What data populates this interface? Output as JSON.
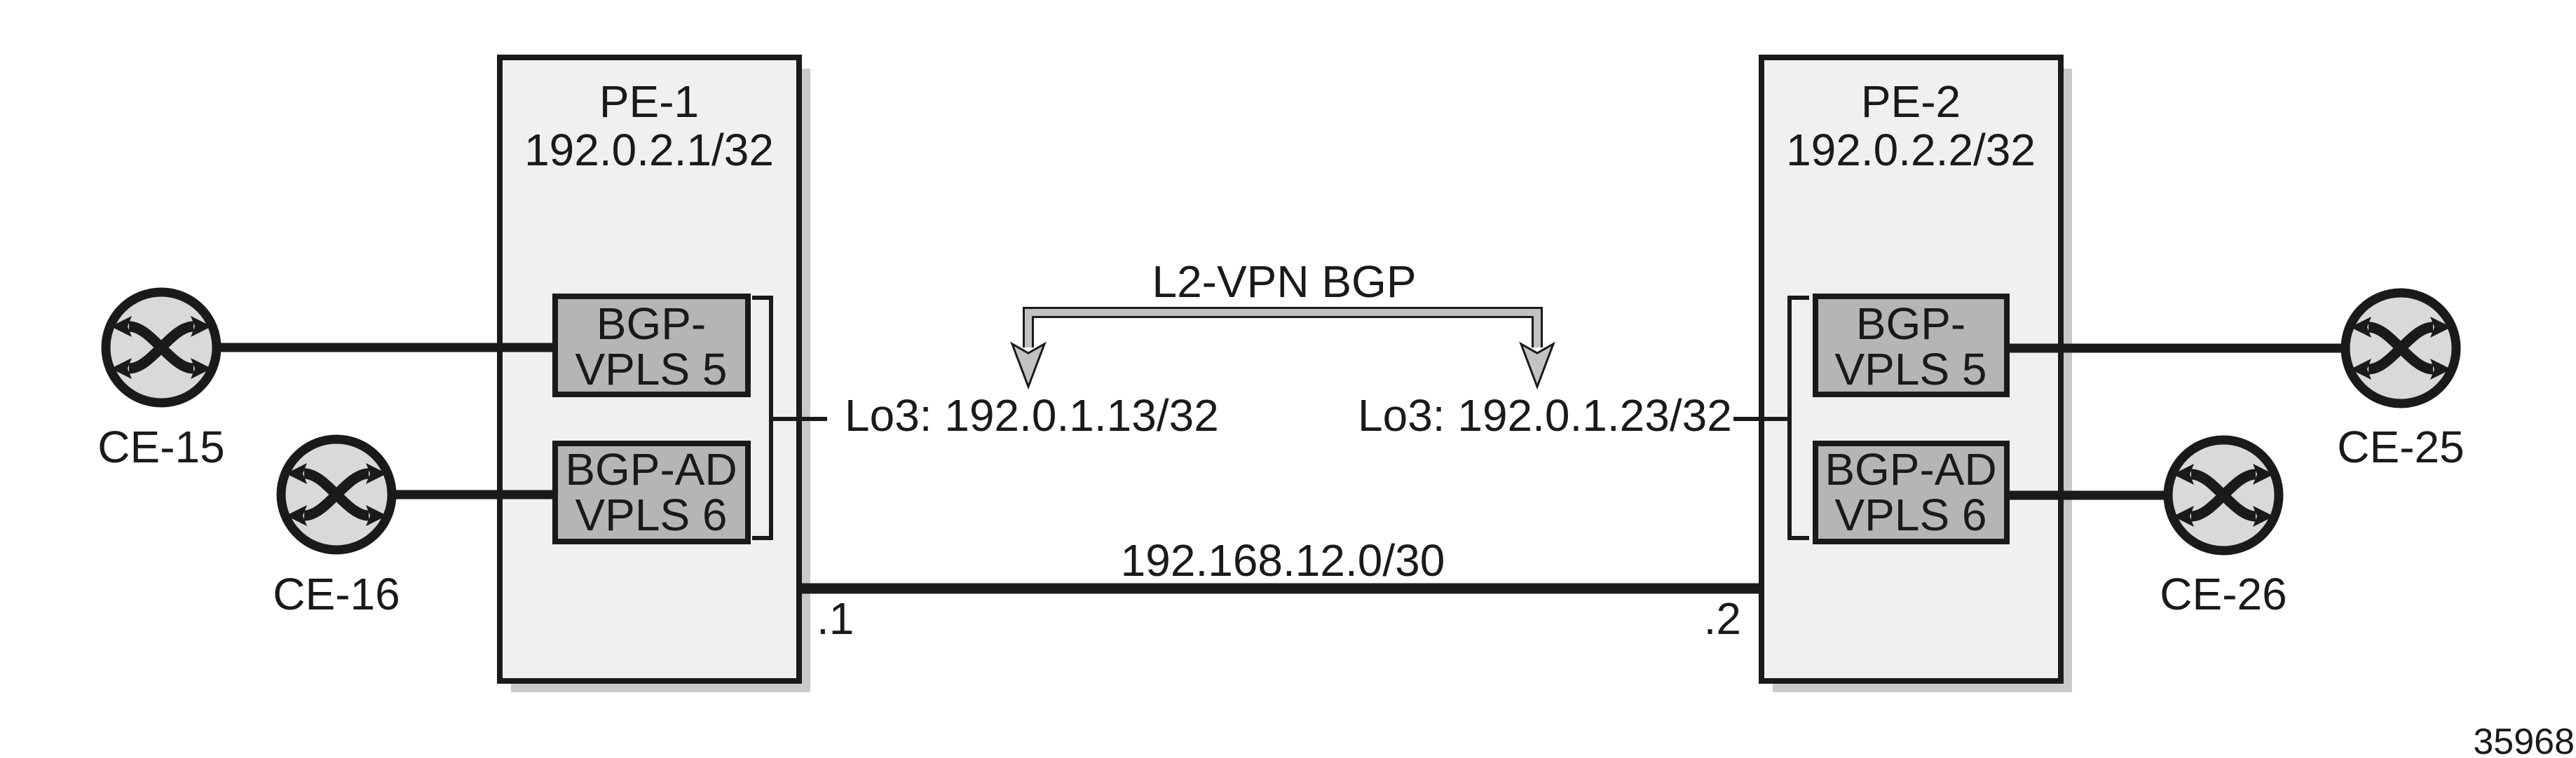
{
  "figure_number": "35968",
  "pe1": {
    "title": "PE-1",
    "ip": "192.0.2.1/32",
    "loopback": "Lo3: 192.0.1.13/32",
    "interface_label": ".1",
    "vpls5": {
      "line1": "BGP-",
      "line2": "VPLS 5"
    },
    "vpls6": {
      "line1": "BGP-AD",
      "line2": "VPLS 6"
    }
  },
  "pe2": {
    "title": "PE-2",
    "ip": "192.0.2.2/32",
    "loopback": "Lo3: 192.0.1.23/32",
    "interface_label": ".2",
    "vpls5": {
      "line1": "BGP-",
      "line2": "VPLS 5"
    },
    "vpls6": {
      "line1": "BGP-AD",
      "line2": "VPLS 6"
    }
  },
  "ce_routers": {
    "ce15": "CE-15",
    "ce16": "CE-16",
    "ce25": "CE-25",
    "ce26": "CE-26"
  },
  "core_link": {
    "subnet": "192.168.12.0/30"
  },
  "bgp_session": {
    "label": "L2-VPN BGP"
  },
  "colors": {
    "line": "#1a1a1a",
    "pe_fill": "#f0f0f0",
    "service_fill": "#b5b5b5",
    "ce_fill": "#d9d9d9",
    "arrow_fill": "#c2c2c2",
    "shadow": "#c9c9c9",
    "background": "#ffffff"
  }
}
